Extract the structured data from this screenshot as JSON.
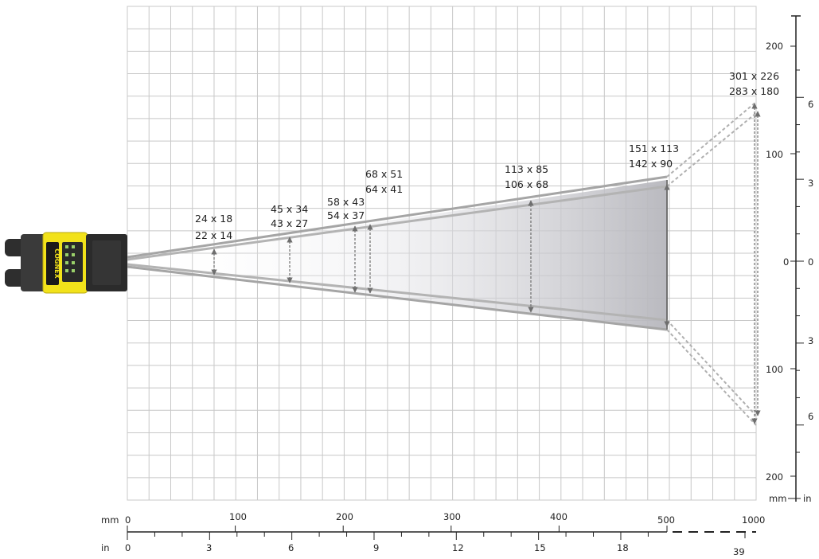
{
  "device": {
    "brand_text": "COGNEX",
    "colors": {
      "body": "#2b2b2b",
      "accent": "#f2e21a",
      "panel": "#1a1a1a"
    }
  },
  "grid": {
    "columns": 29,
    "rows": 22,
    "color": "#c8c8c8"
  },
  "fov_markers": [
    {
      "distance_mm": 80,
      "line1": "24 x 18",
      "line2": "22 x 14"
    },
    {
      "distance_mm": 150,
      "line1": "45 x 34",
      "line2": "43 x 27"
    },
    {
      "distance_mm": 210,
      "line1": "58 x 43",
      "line2": "54 x 37"
    },
    {
      "distance_mm": 225,
      "line1": "68 x 51",
      "line2": "64 x 41"
    },
    {
      "distance_mm": 375,
      "line1": "113 x 85",
      "line2": "106 x 68"
    },
    {
      "distance_mm": 500,
      "line1": "151 x 113",
      "line2": "142 x 90"
    },
    {
      "distance_mm": 1000,
      "line1": "301 x 226",
      "line2": "283 x 180"
    }
  ],
  "bottom_axis": {
    "mm_unit": "mm",
    "in_unit": "in",
    "mm_ticks": [
      "0",
      "100",
      "200",
      "300",
      "400",
      "500",
      "1000"
    ],
    "in_ticks": [
      "0",
      "3",
      "6",
      "9",
      "12",
      "15",
      "18",
      "39"
    ]
  },
  "right_axis": {
    "mm_unit": "mm",
    "in_unit": "in",
    "mm_ticks": [
      "200",
      "100",
      "0",
      "100",
      "200"
    ],
    "in_ticks": [
      "6",
      "3",
      "0",
      "3",
      "6"
    ]
  },
  "colors": {
    "cone": "#9a9a9a",
    "arrow": "#777777",
    "fill_dark": "#b8b8be"
  }
}
